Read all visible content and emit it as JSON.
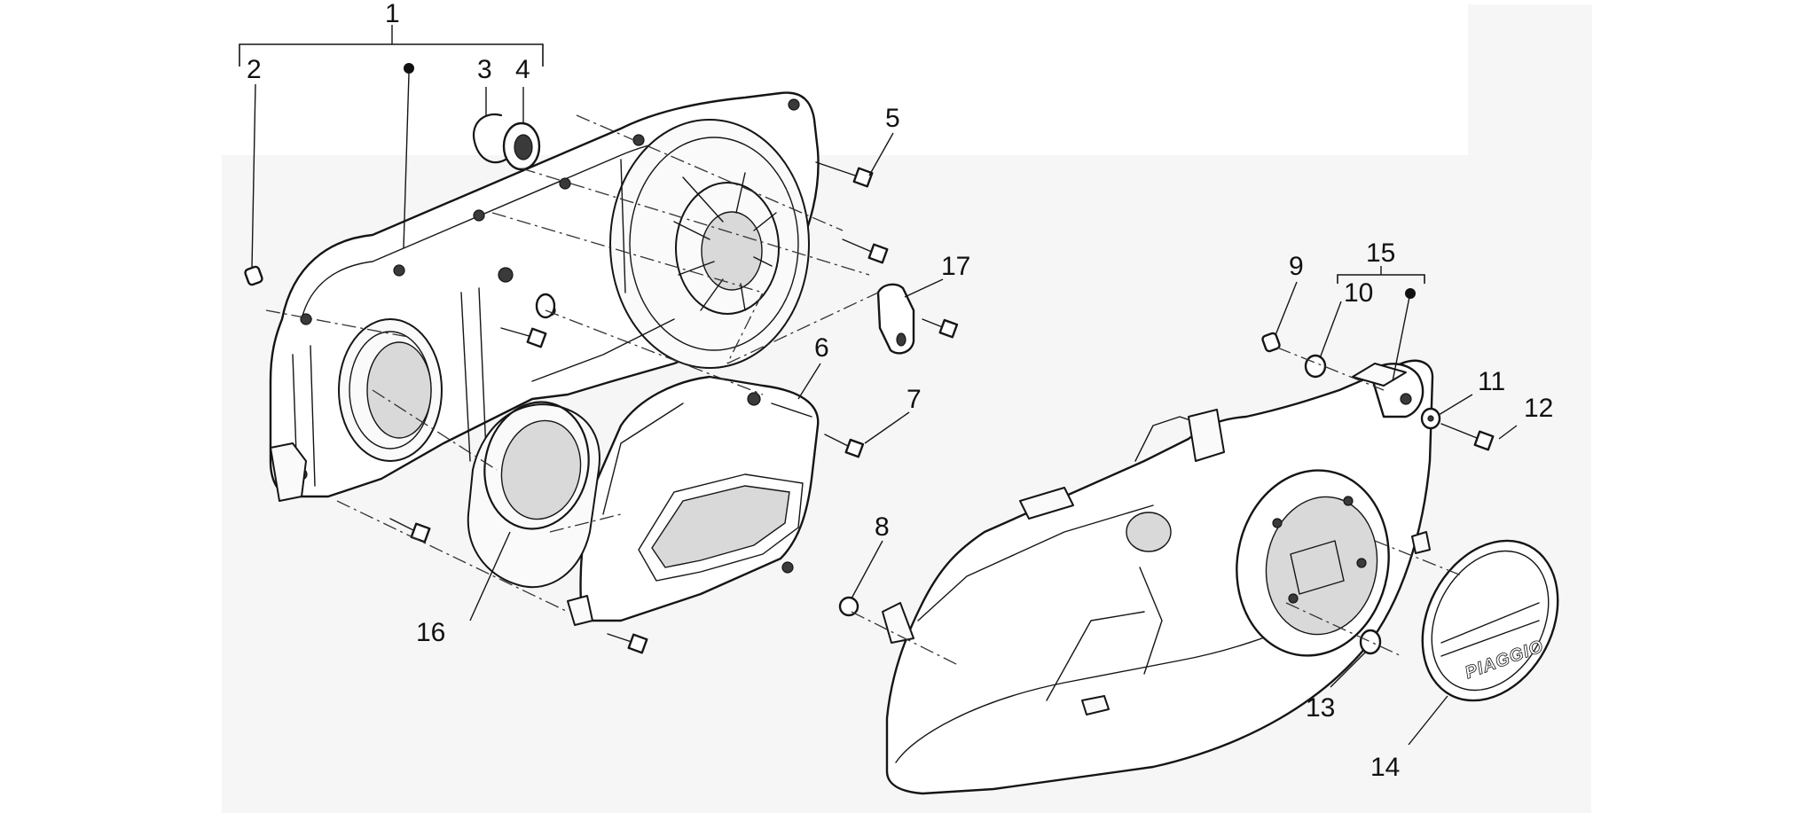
{
  "diagram": {
    "callouts": [
      {
        "id": "1",
        "label": "1"
      },
      {
        "id": "2",
        "label": "2"
      },
      {
        "id": "3",
        "label": "3"
      },
      {
        "id": "4",
        "label": "4"
      },
      {
        "id": "5",
        "label": "5"
      },
      {
        "id": "6",
        "label": "6"
      },
      {
        "id": "7",
        "label": "7"
      },
      {
        "id": "8",
        "label": "8"
      },
      {
        "id": "9",
        "label": "9"
      },
      {
        "id": "10",
        "label": "10"
      },
      {
        "id": "11",
        "label": "11"
      },
      {
        "id": "12",
        "label": "12"
      },
      {
        "id": "13",
        "label": "13"
      },
      {
        "id": "14",
        "label": "14"
      },
      {
        "id": "15",
        "label": "15"
      },
      {
        "id": "16",
        "label": "16"
      },
      {
        "id": "17",
        "label": "17"
      }
    ],
    "brand_text": "PIAGGIO",
    "line_color": "#151515",
    "background_panel_color": "#f6f6f6"
  }
}
